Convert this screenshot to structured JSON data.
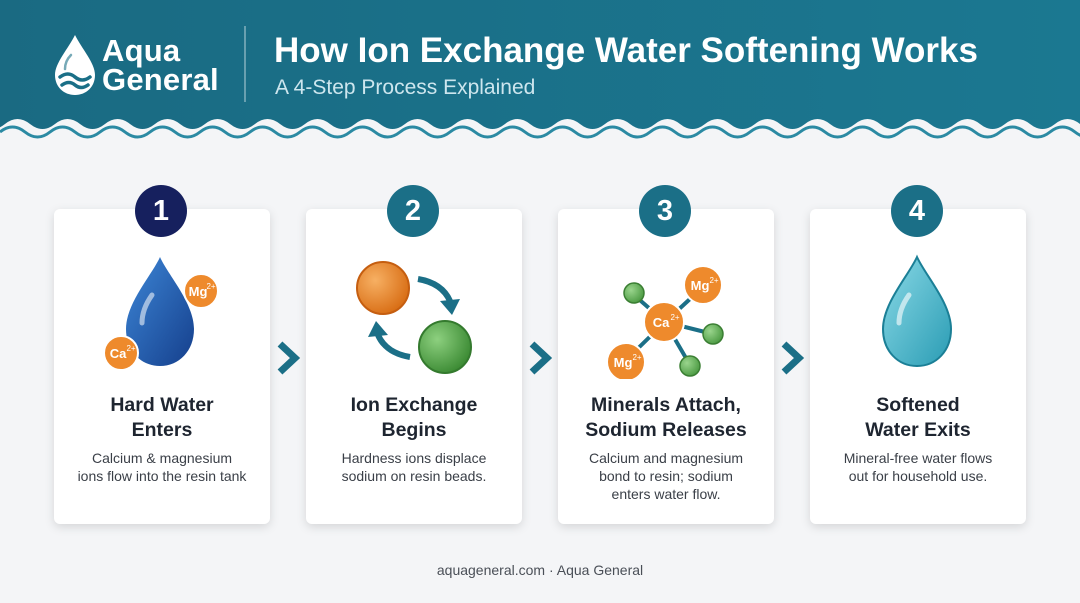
{
  "brand": {
    "line1": "Aqua",
    "line2": "General"
  },
  "header": {
    "title": "How Ion Exchange Water Softening Works",
    "subtitle": "A 4-Step Process Explained"
  },
  "colors": {
    "header_teal": "#1a7088",
    "badge_navy": "#16205e",
    "badge_teal": "#1b6f87",
    "ion_orange": "#ee8a2c",
    "ion_green": "#5aa84f",
    "water_dark_blue": "#1f5fb3",
    "water_light_blue": "#5cc3d6"
  },
  "steps": [
    {
      "number": "1",
      "heading_line1": "Hard Water",
      "heading_line2": "Enters",
      "desc_line1": "Calcium & magnesium",
      "desc_line2": "ions flow into the resin tank",
      "desc_line3": "",
      "icon": "hard-water-drop-icon",
      "ions": {
        "a": "Mg",
        "a_charge": "2+",
        "b": "Ca",
        "b_charge": "2+"
      }
    },
    {
      "number": "2",
      "heading_line1": "Ion Exchange",
      "heading_line2": "Begins",
      "desc_line1": "Hardness ions displace",
      "desc_line2": "sodium on resin beads.",
      "desc_line3": "",
      "icon": "ion-exchange-cycle-icon"
    },
    {
      "number": "3",
      "heading_line1": "Minerals Attach,",
      "heading_line2": "Sodium Releases",
      "desc_line1": "Calcium and magnesium",
      "desc_line2": "bond to resin; sodium",
      "desc_line3": "enters water flow.",
      "icon": "resin-molecule-icon",
      "ions": {
        "a": "Mg",
        "a_charge": "2+",
        "b": "Ca",
        "b_charge": "2+",
        "c": "Mg",
        "c_charge": "2+"
      }
    },
    {
      "number": "4",
      "heading_line1": "Softened",
      "heading_line2": "Water Exits",
      "desc_line1": "Mineral-free water flows",
      "desc_line2": "out for household use.",
      "desc_line3": "",
      "icon": "soft-water-drop-icon"
    }
  ],
  "footer": {
    "text": "aquageneral.com · Aqua General"
  }
}
